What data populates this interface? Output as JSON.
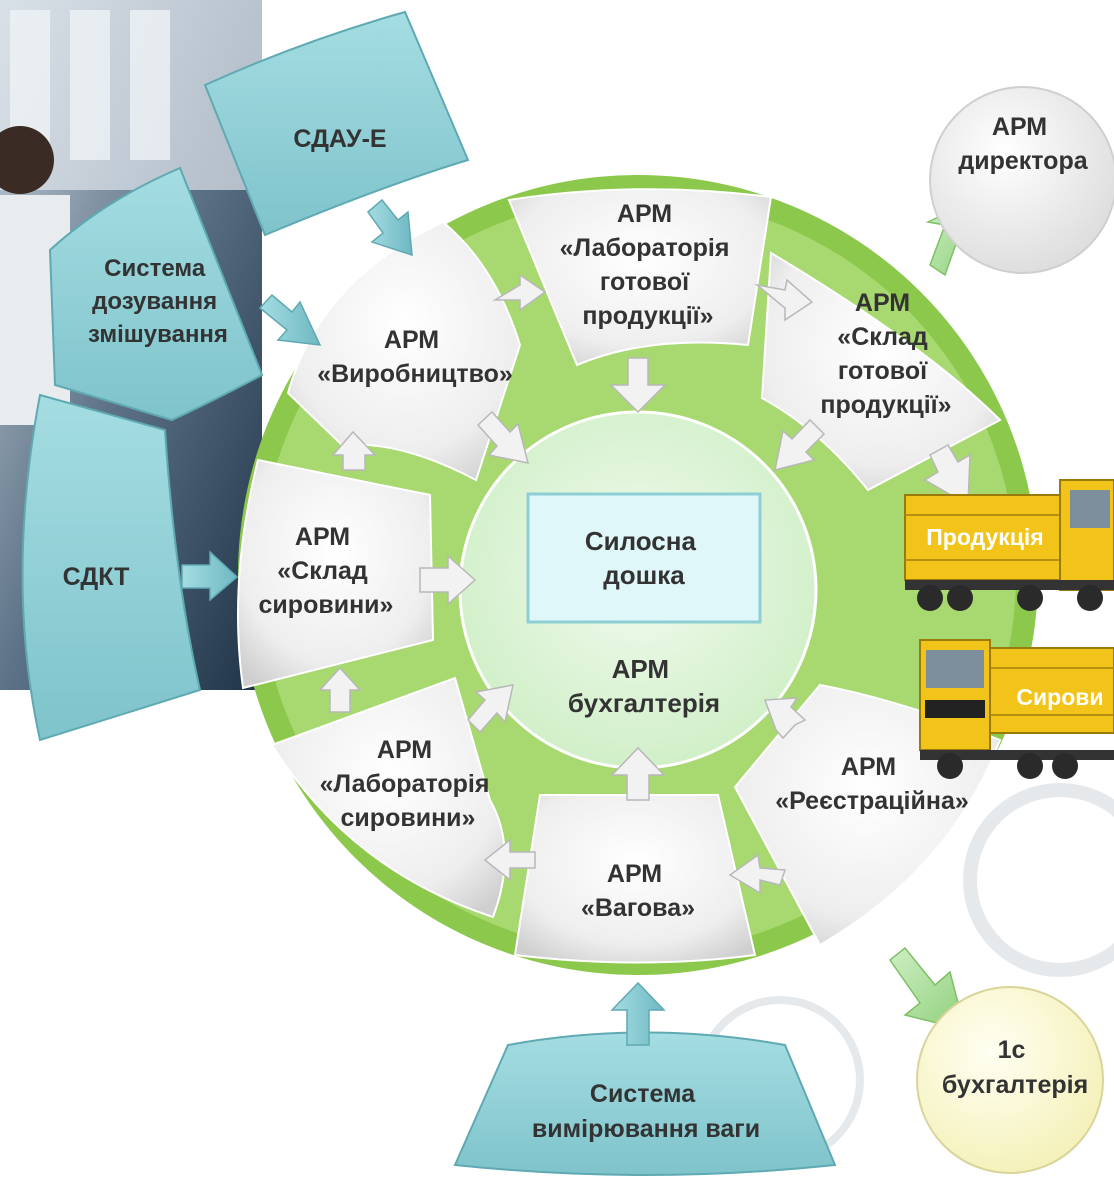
{
  "center": {
    "board": [
      "Силосна",
      "дошка"
    ],
    "accounting": [
      "АРМ",
      "бухгалтерія"
    ]
  },
  "segments": {
    "lab_finished": [
      "АРМ",
      "«Лабораторія",
      "готової",
      "продукції»"
    ],
    "warehouse_finished": [
      "АРМ",
      "«Склад",
      "готової",
      "продукції»"
    ],
    "production": [
      "АРМ",
      "«Виробництво»"
    ],
    "warehouse_raw": [
      "АРМ",
      "«Склад",
      "сировини»"
    ],
    "lab_raw": [
      "АРМ",
      "«Лабораторія",
      "сировини»"
    ],
    "weighing": [
      "АРМ",
      "«Вагова»"
    ],
    "registration": [
      "АРМ",
      "«Реєстраційна»"
    ]
  },
  "external": {
    "sdau": [
      "СДАУ-Е"
    ],
    "dosing": [
      "Система",
      "дозування",
      "змішування"
    ],
    "sdkt": [
      "СДКТ"
    ],
    "weighing_system": [
      "Система",
      "вимірювання ваги"
    ]
  },
  "outputs": {
    "director": [
      "АРМ",
      "директора"
    ],
    "onec": [
      "1с",
      "бухгалтерія"
    ]
  },
  "trucks": {
    "product": "Продукція",
    "raw": "Сирови"
  },
  "colors": {
    "ring_green": "#8cc84b",
    "inner_green": "#d8f5d0",
    "teal": "#8ecfd6",
    "segment_grey": "#e8e8e8",
    "truck_yellow": "#f2c318"
  }
}
